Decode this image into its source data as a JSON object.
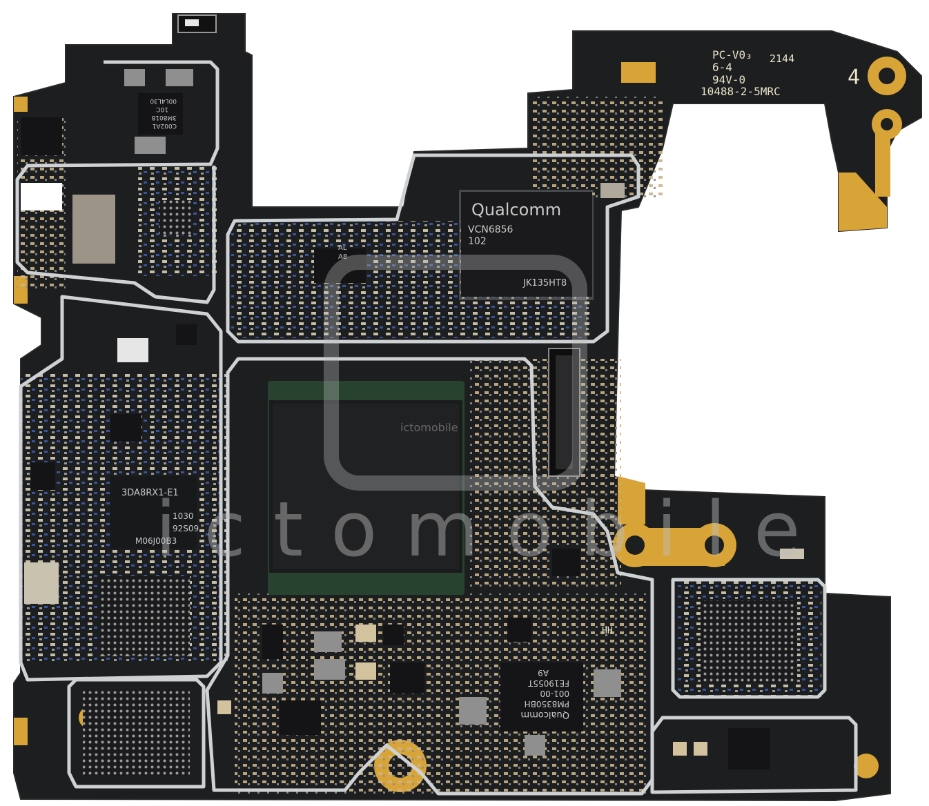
{
  "board_silk": {
    "line1": "PC-V0₃",
    "code": "2144",
    "line2": "6-4",
    "line3": "94V-0",
    "line4": "10488-2-5MRC",
    "corner_number": "4",
    "mark_hh": "HH"
  },
  "chips": {
    "wifi_vendor": "Qualcomm",
    "wifi_model": "VCN6856",
    "wifi_rev": "102",
    "wifi_lot": "JK135HT8",
    "memory_line1": "3DA8RX1-E1",
    "memory_line2": "1030",
    "memory_line3": "92S09",
    "memory_line4": "M06J00B3",
    "pmic_vendor": "Qualcomm",
    "pmic_model": "PM8350BH",
    "pmic_rev": "001-00",
    "pmic_lot": "FE19055T",
    "pmic_code": "A9",
    "small_al": "AL",
    "small_a8": "A8",
    "topleft_line1": "C002A1",
    "topleft_line2": "3M8018",
    "topleft_line3": "10C",
    "topleft_line4": "00L4L30"
  },
  "watermark": {
    "url": "ictomobile",
    "brand": "ictomobile"
  },
  "colors": {
    "pcb": "#1c1d1f",
    "shield": "#cfd2d4",
    "gold": "#d9a437",
    "soc_green": "#27422f"
  }
}
